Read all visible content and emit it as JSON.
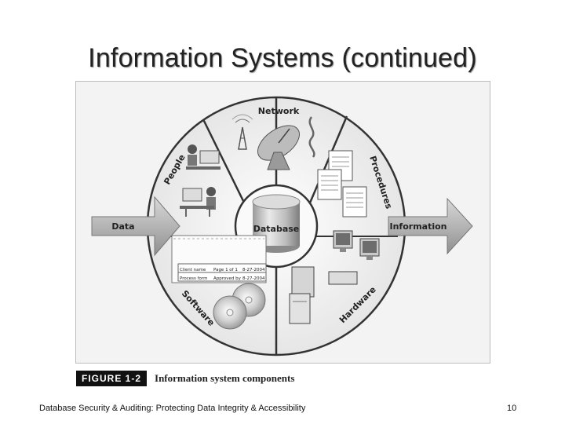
{
  "slide": {
    "title": "Information Systems (continued)",
    "footer": "Database Security & Auditing: Protecting Data Integrity & Accessibility",
    "page_number": "10"
  },
  "figure": {
    "center_label": "Database",
    "input_label": "Data",
    "output_label": "Information",
    "components": [
      "Network",
      "Procedures",
      "Hardware",
      "Software",
      "People"
    ],
    "caption_badge": "FIGURE 1-2",
    "caption_text": "Information system components",
    "form_rows": [
      [
        "Client name",
        "Page 1 of 1",
        "8-27-2004"
      ],
      [
        "Process form",
        "Approved by",
        "8-27-2004"
      ]
    ]
  }
}
